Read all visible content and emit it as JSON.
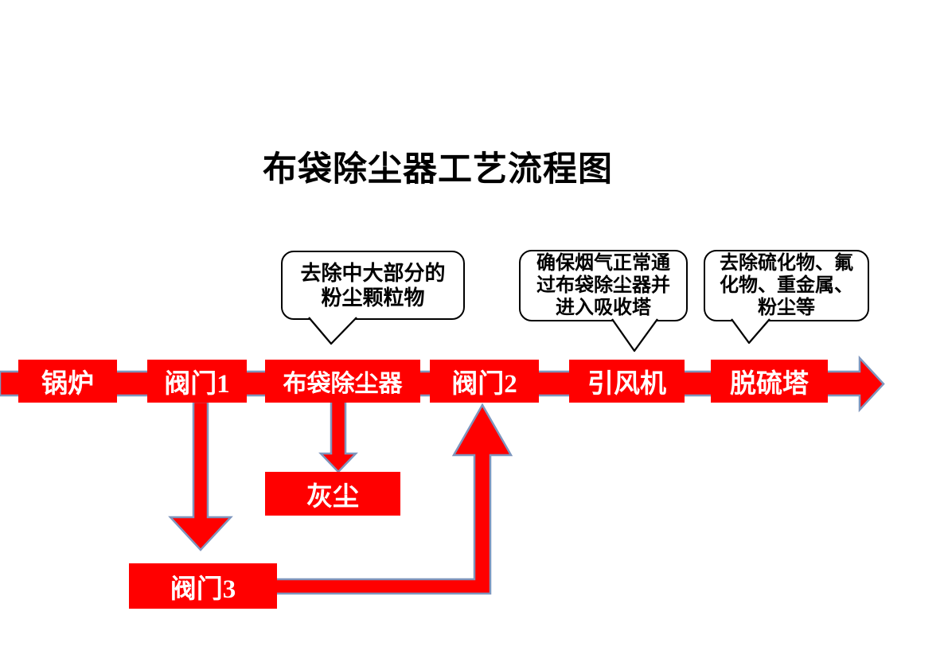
{
  "title": "布袋除尘器工艺流程图",
  "colors": {
    "flow_red": "#FF0000",
    "flow_outline": "#7E96BE",
    "callout_border": "#000000",
    "box_text": "#FFFFFF",
    "callout_text": "#000000",
    "background": "#FFFFFF"
  },
  "flow": {
    "main_nodes": [
      {
        "label": "锅炉"
      },
      {
        "label": "阀门1"
      },
      {
        "label": "布袋除尘器"
      },
      {
        "label": "阀门2"
      },
      {
        "label": "引风机"
      },
      {
        "label": "脱硫塔"
      }
    ],
    "branch_nodes": [
      {
        "label": "灰尘"
      },
      {
        "label": "阀门3"
      }
    ]
  },
  "callouts": [
    {
      "target": "布袋除尘器",
      "text": "去除中大部分的粉尘颗粒物",
      "lines": [
        "去除中大部分的",
        "粉尘颗粒物"
      ]
    },
    {
      "target": "引风机",
      "text": "确保烟气正常通过布袋除尘器并进入吸收塔",
      "lines": [
        "确保烟气正常通",
        "过布袋除尘器并",
        "进入吸收塔"
      ]
    },
    {
      "target": "脱硫塔",
      "text": "去除硫化物、氟化物、重金属、粉尘等",
      "lines": [
        "去除硫化物、氟",
        "化物、重金属、",
        "粉尘等"
      ]
    }
  ]
}
